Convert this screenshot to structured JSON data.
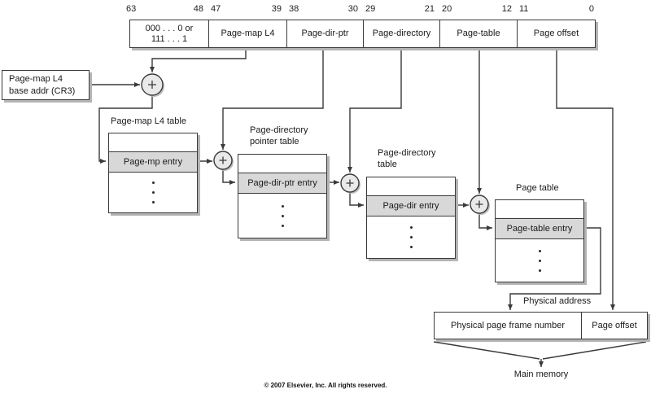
{
  "address_register": {
    "bit_labels": [
      "63",
      "48",
      "47",
      "39",
      "38",
      "30",
      "29",
      "21",
      "20",
      "12",
      "11",
      "0"
    ],
    "fields": {
      "sign_extend_line1": "000 . . . 0 or",
      "sign_extend_line2": "111 . . . 1",
      "page_map_l4": "Page-map L4",
      "page_dir_ptr": "Page-dir-ptr",
      "page_directory": "Page-directory",
      "page_table": "Page-table",
      "page_offset": "Page offset"
    }
  },
  "cr3_box": {
    "line1": "Page-map L4",
    "line2": "base addr (CR3)"
  },
  "tables": {
    "pml4": {
      "title": "Page-map L4 table",
      "entry": "Page-mp entry"
    },
    "pdpt": {
      "title_line1": "Page-directory",
      "title_line2": "pointer table",
      "entry": "Page-dir-ptr entry"
    },
    "pd": {
      "title_line1": "Page-directory",
      "title_line2": "table",
      "entry": "Page-dir entry"
    },
    "pt": {
      "title": "Page table",
      "entry": "Page-table entry"
    }
  },
  "physical_address": {
    "label": "Physical address",
    "frame_number": "Physical page frame number",
    "page_offset": "Page offset"
  },
  "main_memory_label": "Main memory",
  "copyright": "© 2007 Elsevier, Inc. All rights reserved.",
  "icons": {
    "adder": "plus-in-circle"
  },
  "colors": {
    "line": "#3a3a3a",
    "entry_fill": "#d8d8d8",
    "shadow": "#b4b4b4",
    "adder_fill": "#e9e9e9",
    "background": "#ffffff"
  }
}
